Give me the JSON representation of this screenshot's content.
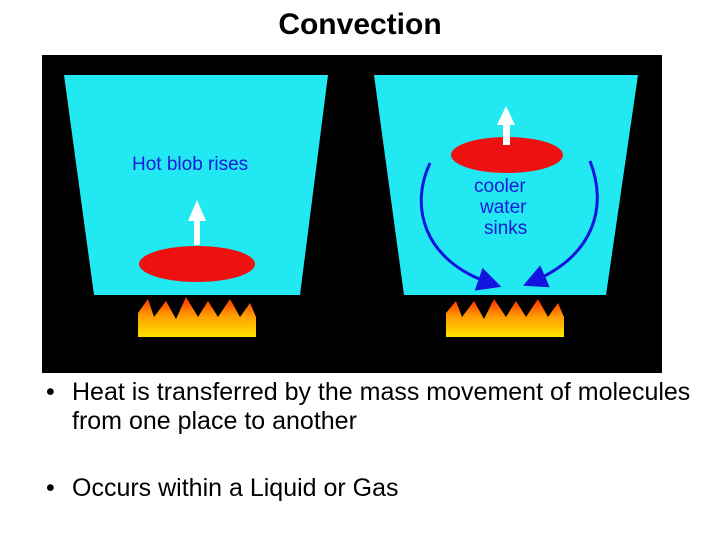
{
  "title": "Convection",
  "diagram": {
    "left_panel_label": "Hot blob rises",
    "right_panel_label": [
      "cooler",
      "water",
      "sinks"
    ],
    "colors": {
      "background": "#000000",
      "water": "#22e8f2",
      "blob": "#ee1111",
      "arrow_current": "#1414e0",
      "flame_top": "#ff2a00",
      "flame_bottom": "#ffe400"
    }
  },
  "bullets": [
    "Heat is transferred by the mass movement of molecules from one place to another",
    "Occurs within a Liquid or Gas"
  ]
}
